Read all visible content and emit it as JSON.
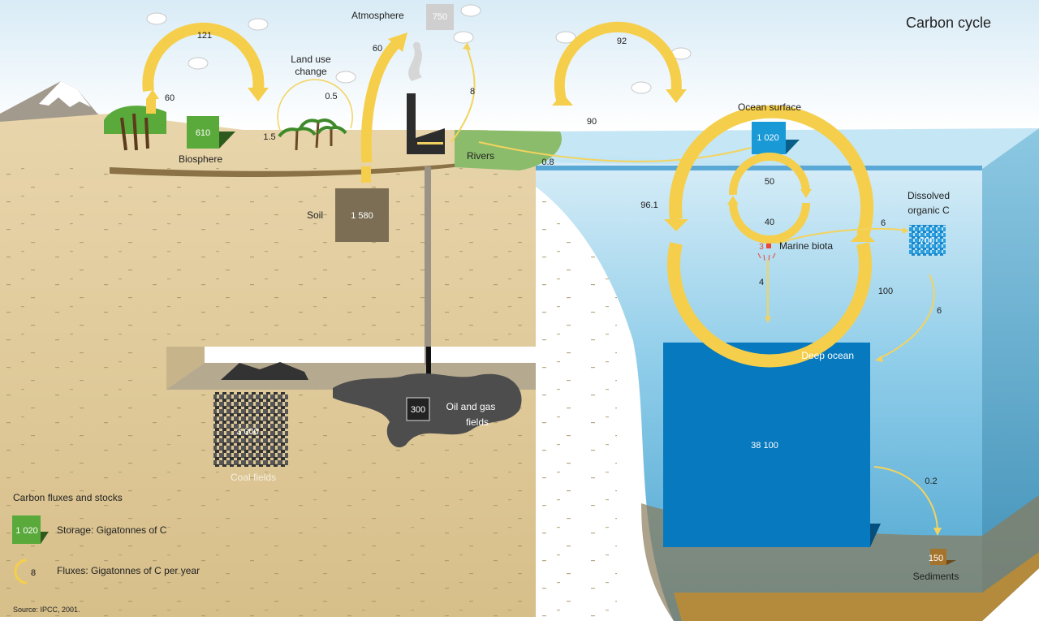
{
  "title": "Carbon cycle",
  "labels": {
    "atmosphere": "Atmosphere",
    "land_use_change_1": "Land use",
    "land_use_change_2": "change",
    "biosphere": "Biosphere",
    "soil": "Soil",
    "rivers": "Rivers",
    "ocean_surface": "Ocean surface",
    "dissolved_1": "Dissolved",
    "dissolved_2": "organic C",
    "marine_biota": "Marine biota",
    "deep_ocean": "Deep ocean",
    "sediments": "Sediments",
    "coal_fields": "Coal fields",
    "oil_gas_1": "Oil and gas",
    "oil_gas_2": "fields"
  },
  "stocks": {
    "atmosphere": "750",
    "biosphere": "610",
    "soil": "1 580",
    "ocean_surface": "1 020",
    "dissolved_organic": "700",
    "marine_biota": "3",
    "deep_ocean": "38 100",
    "sediments": "150",
    "coal": "3 000",
    "oil_gas": "300"
  },
  "fluxes": {
    "bio_up": "121",
    "bio_down": "60",
    "land_use_left": "1.5",
    "land_use_right": "0.5",
    "fossil": "60",
    "atm_8": "8",
    "ocean_top": "92",
    "ocean_left": "90",
    "rivers": "0.8",
    "biota_50": "50",
    "biota_40": "40",
    "deep_96": "96.1",
    "deep_100": "100",
    "dissolved_6a": "6",
    "dissolved_6b": "6",
    "biota_4": "4",
    "sediment": "0.2"
  },
  "legend": {
    "title": "Carbon fluxes and stocks",
    "storage_value": "1 020",
    "storage_text": "Storage: Gigatonnes of C",
    "flux_value": "8",
    "flux_text": "Fluxes: Gigatonnes of C per year"
  },
  "source": "Source: IPCC, 2001.",
  "colors": {
    "flux": "#f5cf4b",
    "land": "#e6d2a6",
    "ocean": "#82c6e6",
    "deep_box": "#0779be",
    "biosphere_box": "#5aa93b",
    "soil_box": "#7b6e55"
  }
}
